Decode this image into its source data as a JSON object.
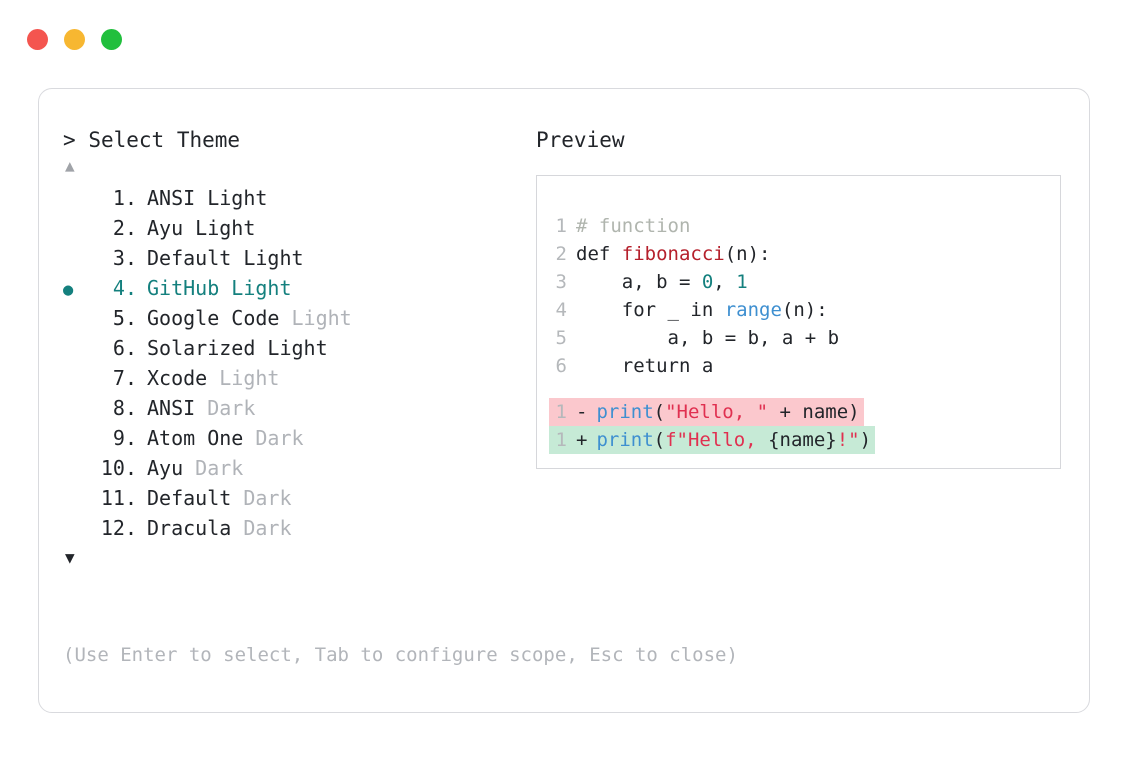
{
  "window": {
    "dots": [
      {
        "name": "close",
        "color": "#f4554f"
      },
      {
        "name": "minimize",
        "color": "#f7b731"
      },
      {
        "name": "maximize",
        "color": "#21bf3d"
      }
    ]
  },
  "left": {
    "prompt_caret": ">",
    "prompt_label": "Select Theme",
    "scroll_up": "▲",
    "scroll_down": "▼",
    "selected_index": 4,
    "selected_bullet": "●",
    "accent_color": "#14807e",
    "items": [
      {
        "number": "1.",
        "name": "ANSI",
        "suffix": " Light",
        "suffix_dim": false,
        "selected": false
      },
      {
        "number": "2.",
        "name": "Ayu",
        "suffix": " Light",
        "suffix_dim": false,
        "selected": false
      },
      {
        "number": "3.",
        "name": "Default",
        "suffix": " Light",
        "suffix_dim": false,
        "selected": false
      },
      {
        "number": "4.",
        "name": "GitHub",
        "suffix": " Light",
        "suffix_dim": false,
        "selected": true
      },
      {
        "number": "5.",
        "name": "Google Code",
        "suffix": " Light",
        "suffix_dim": true,
        "selected": false
      },
      {
        "number": "6.",
        "name": "Solarized",
        "suffix": " Light",
        "suffix_dim": false,
        "selected": false
      },
      {
        "number": "7.",
        "name": "Xcode",
        "suffix": " Light",
        "suffix_dim": true,
        "selected": false
      },
      {
        "number": "8.",
        "name": "ANSI",
        "suffix": " Dark",
        "suffix_dim": true,
        "selected": false
      },
      {
        "number": "9.",
        "name": "Atom One",
        "suffix": " Dark",
        "suffix_dim": true,
        "selected": false
      },
      {
        "number": "10.",
        "name": "Ayu",
        "suffix": " Dark",
        "suffix_dim": true,
        "selected": false
      },
      {
        "number": "11.",
        "name": "Default",
        "suffix": " Dark",
        "suffix_dim": true,
        "selected": false
      },
      {
        "number": "12.",
        "name": "Dracula",
        "suffix": " Dark",
        "suffix_dim": true,
        "selected": false
      }
    ],
    "hint": "(Use Enter to select, Tab to configure scope, Esc to close)"
  },
  "right": {
    "panel_title": "Preview",
    "code_lines": [
      {
        "no": "1",
        "tokens": [
          {
            "t": "# function",
            "c": "tok-comment"
          }
        ]
      },
      {
        "no": "2",
        "tokens": [
          {
            "t": "def ",
            "c": "tok-def"
          },
          {
            "t": "fibonacci",
            "c": "tok-fn"
          },
          {
            "t": "(n):",
            "c": "tok-punct"
          }
        ]
      },
      {
        "no": "3",
        "tokens": [
          {
            "t": "    a, b = ",
            "c": "tok-punct"
          },
          {
            "t": "0",
            "c": "tok-num"
          },
          {
            "t": ", ",
            "c": "tok-punct"
          },
          {
            "t": "1",
            "c": "tok-num"
          }
        ]
      },
      {
        "no": "4",
        "tokens": [
          {
            "t": "    for _ in ",
            "c": "tok-punct"
          },
          {
            "t": "range",
            "c": "tok-builtin"
          },
          {
            "t": "(n):",
            "c": "tok-punct"
          }
        ]
      },
      {
        "no": "5",
        "tokens": [
          {
            "t": "        a, b = b, a + b",
            "c": "tok-punct"
          }
        ]
      },
      {
        "no": "6",
        "tokens": [
          {
            "t": "    return a",
            "c": "tok-punct"
          }
        ]
      }
    ],
    "diff_lines": [
      {
        "no": "1",
        "sign": "-",
        "kind": "removed",
        "bg": "#fbc8cd",
        "tokens": [
          {
            "t": "print",
            "c": "tok-builtin"
          },
          {
            "t": "(",
            "c": "tok-punct"
          },
          {
            "t": "\"Hello, \"",
            "c": "tok-str"
          },
          {
            "t": " + name)",
            "c": "tok-punct"
          }
        ]
      },
      {
        "no": "1",
        "sign": "+",
        "kind": "added",
        "bg": "#c6ead6",
        "tokens": [
          {
            "t": "print",
            "c": "tok-builtin"
          },
          {
            "t": "(",
            "c": "tok-punct"
          },
          {
            "t": "f\"Hello, ",
            "c": "tok-str"
          },
          {
            "t": "{name}",
            "c": "tok-punct"
          },
          {
            "t": "!\"",
            "c": "tok-str"
          },
          {
            "t": ")",
            "c": "tok-punct"
          }
        ]
      }
    ]
  }
}
